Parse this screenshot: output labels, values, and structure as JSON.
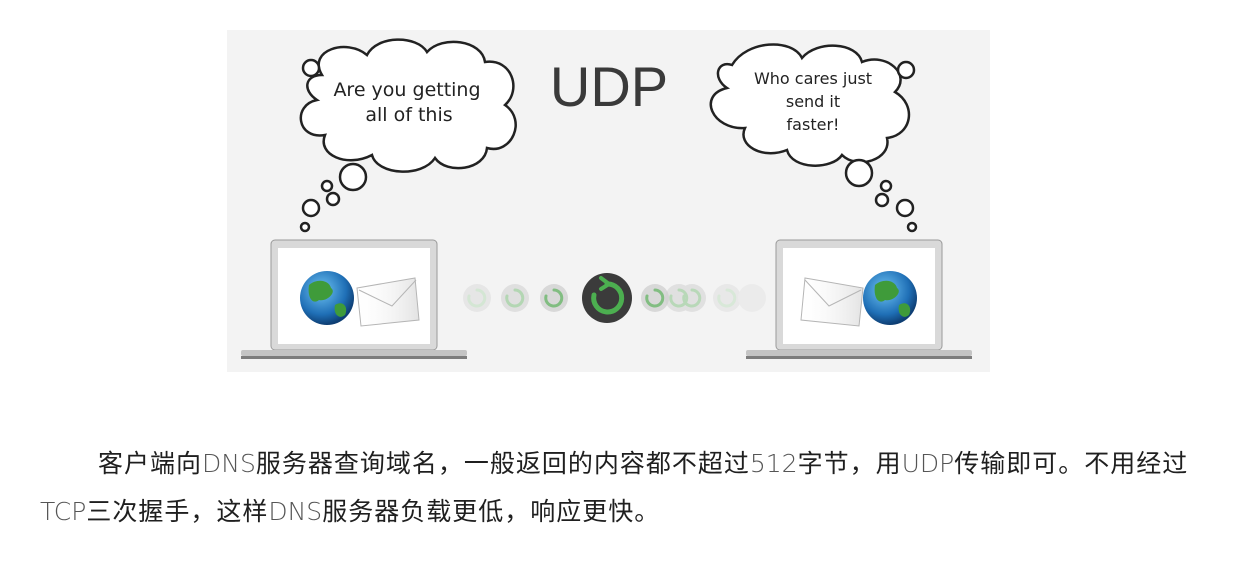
{
  "figure": {
    "title": "UDP",
    "left_bubble": [
      "Are you getting",
      "all of this"
    ],
    "right_bubble": [
      "Who cares just",
      "send it",
      "faster!"
    ],
    "background_color": "#f3f3f3",
    "accent_green": "#4caf50",
    "icons": [
      "laptop-icon",
      "globe-icon",
      "envelope-icon",
      "refresh-icon"
    ]
  },
  "paragraph": {
    "parts": [
      "客户端向",
      "DNS",
      "服务器查询域名，一般返回的内容都不超过",
      "512",
      "字节，用",
      "UDP",
      "传输",
      "即可。不用经过",
      "TCP",
      "三次握手，这样",
      "DNS",
      "服务器负载更低，响应更快。"
    ]
  }
}
